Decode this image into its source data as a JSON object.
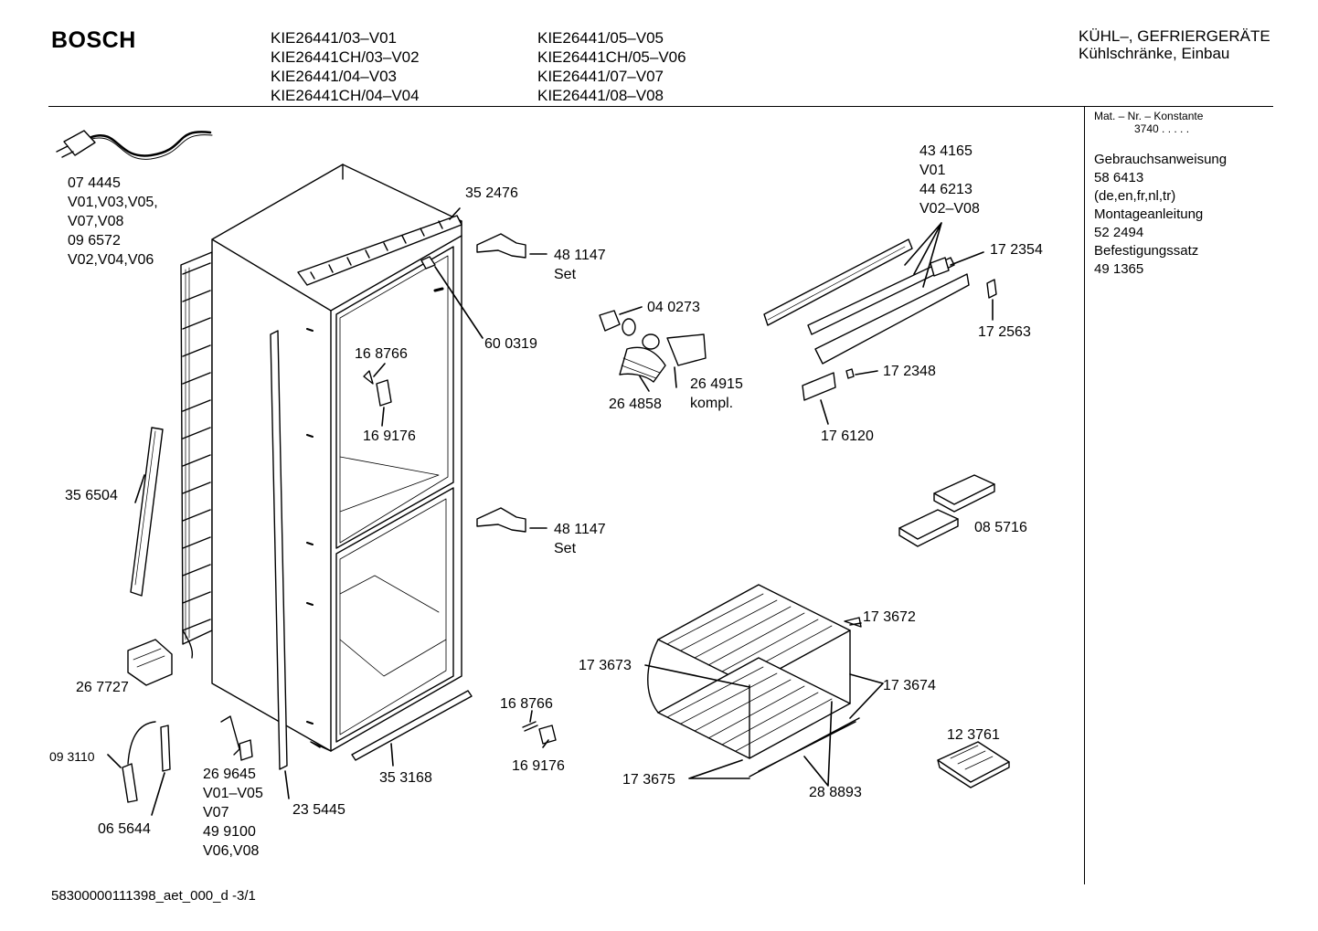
{
  "header": {
    "brand": "BOSCH",
    "models_col1": [
      "KIE26441/03–V01",
      "KIE26441CH/03–V02",
      "KIE26441/04–V03",
      "KIE26441CH/04–V04"
    ],
    "models_col2": [
      "KIE26441/05–V05",
      "KIE26441CH/05–V06",
      "KIE26441/07–V07",
      "KIE26441/08–V08"
    ],
    "category_line1": "KÜHL–, GEFRIERGERÄTE",
    "category_line2": "Kühlschränke, Einbau"
  },
  "info_panel": {
    "mat_label": "Mat. – Nr. – Konstante",
    "mat_value": "3740 . . . . .",
    "lines": [
      "Gebrauchsanweisung",
      "58 6413",
      "(de,en,fr,nl,tr)",
      "Montageanleitung",
      "52 2494",
      "Befestigungssatz",
      "49 1365"
    ]
  },
  "labels": {
    "p074445": [
      "07 4445",
      "V01,V03,V05,",
      "V07,V08",
      "09 6572",
      "V02,V04,V06"
    ],
    "p352476": "35 2476",
    "p481147a": [
      "48 1147",
      "Set"
    ],
    "p600319": "60 0319",
    "p168766a": "16 8766",
    "p169176a": "16 9176",
    "p040273": "04 0273",
    "p264915": [
      "26 4915",
      "kompl."
    ],
    "p264858": "26 4858",
    "p434165": [
      "43 4165",
      "V01",
      "44 6213",
      "V02–V08"
    ],
    "p172354": "17 2354",
    "p172563": "17 2563",
    "p172348": "17 2348",
    "p176120": "17 6120",
    "p356504": "35 6504",
    "p481147b": [
      "48 1147",
      "Set"
    ],
    "p085716": "08 5716",
    "p173672": "17 3672",
    "p173673": "17 3673",
    "p173674": "17 3674",
    "p267727": "26 7727",
    "p168766b": "16 8766",
    "p169176b": "16 9176",
    "p123761": "12 3761",
    "p093110": "09 3110",
    "p269645": [
      "26 9645",
      "V01–V05",
      "V07",
      "49 9100",
      "V06,V08"
    ],
    "p235445": "23 5445",
    "p353168": "35 3168",
    "p173675": "17 3675",
    "p288893": "28 8893",
    "p065644": "06 5644"
  },
  "footer": "58300000111398_aet_000_d -3/1",
  "colors": {
    "ink": "#000000",
    "paper": "#ffffff"
  }
}
